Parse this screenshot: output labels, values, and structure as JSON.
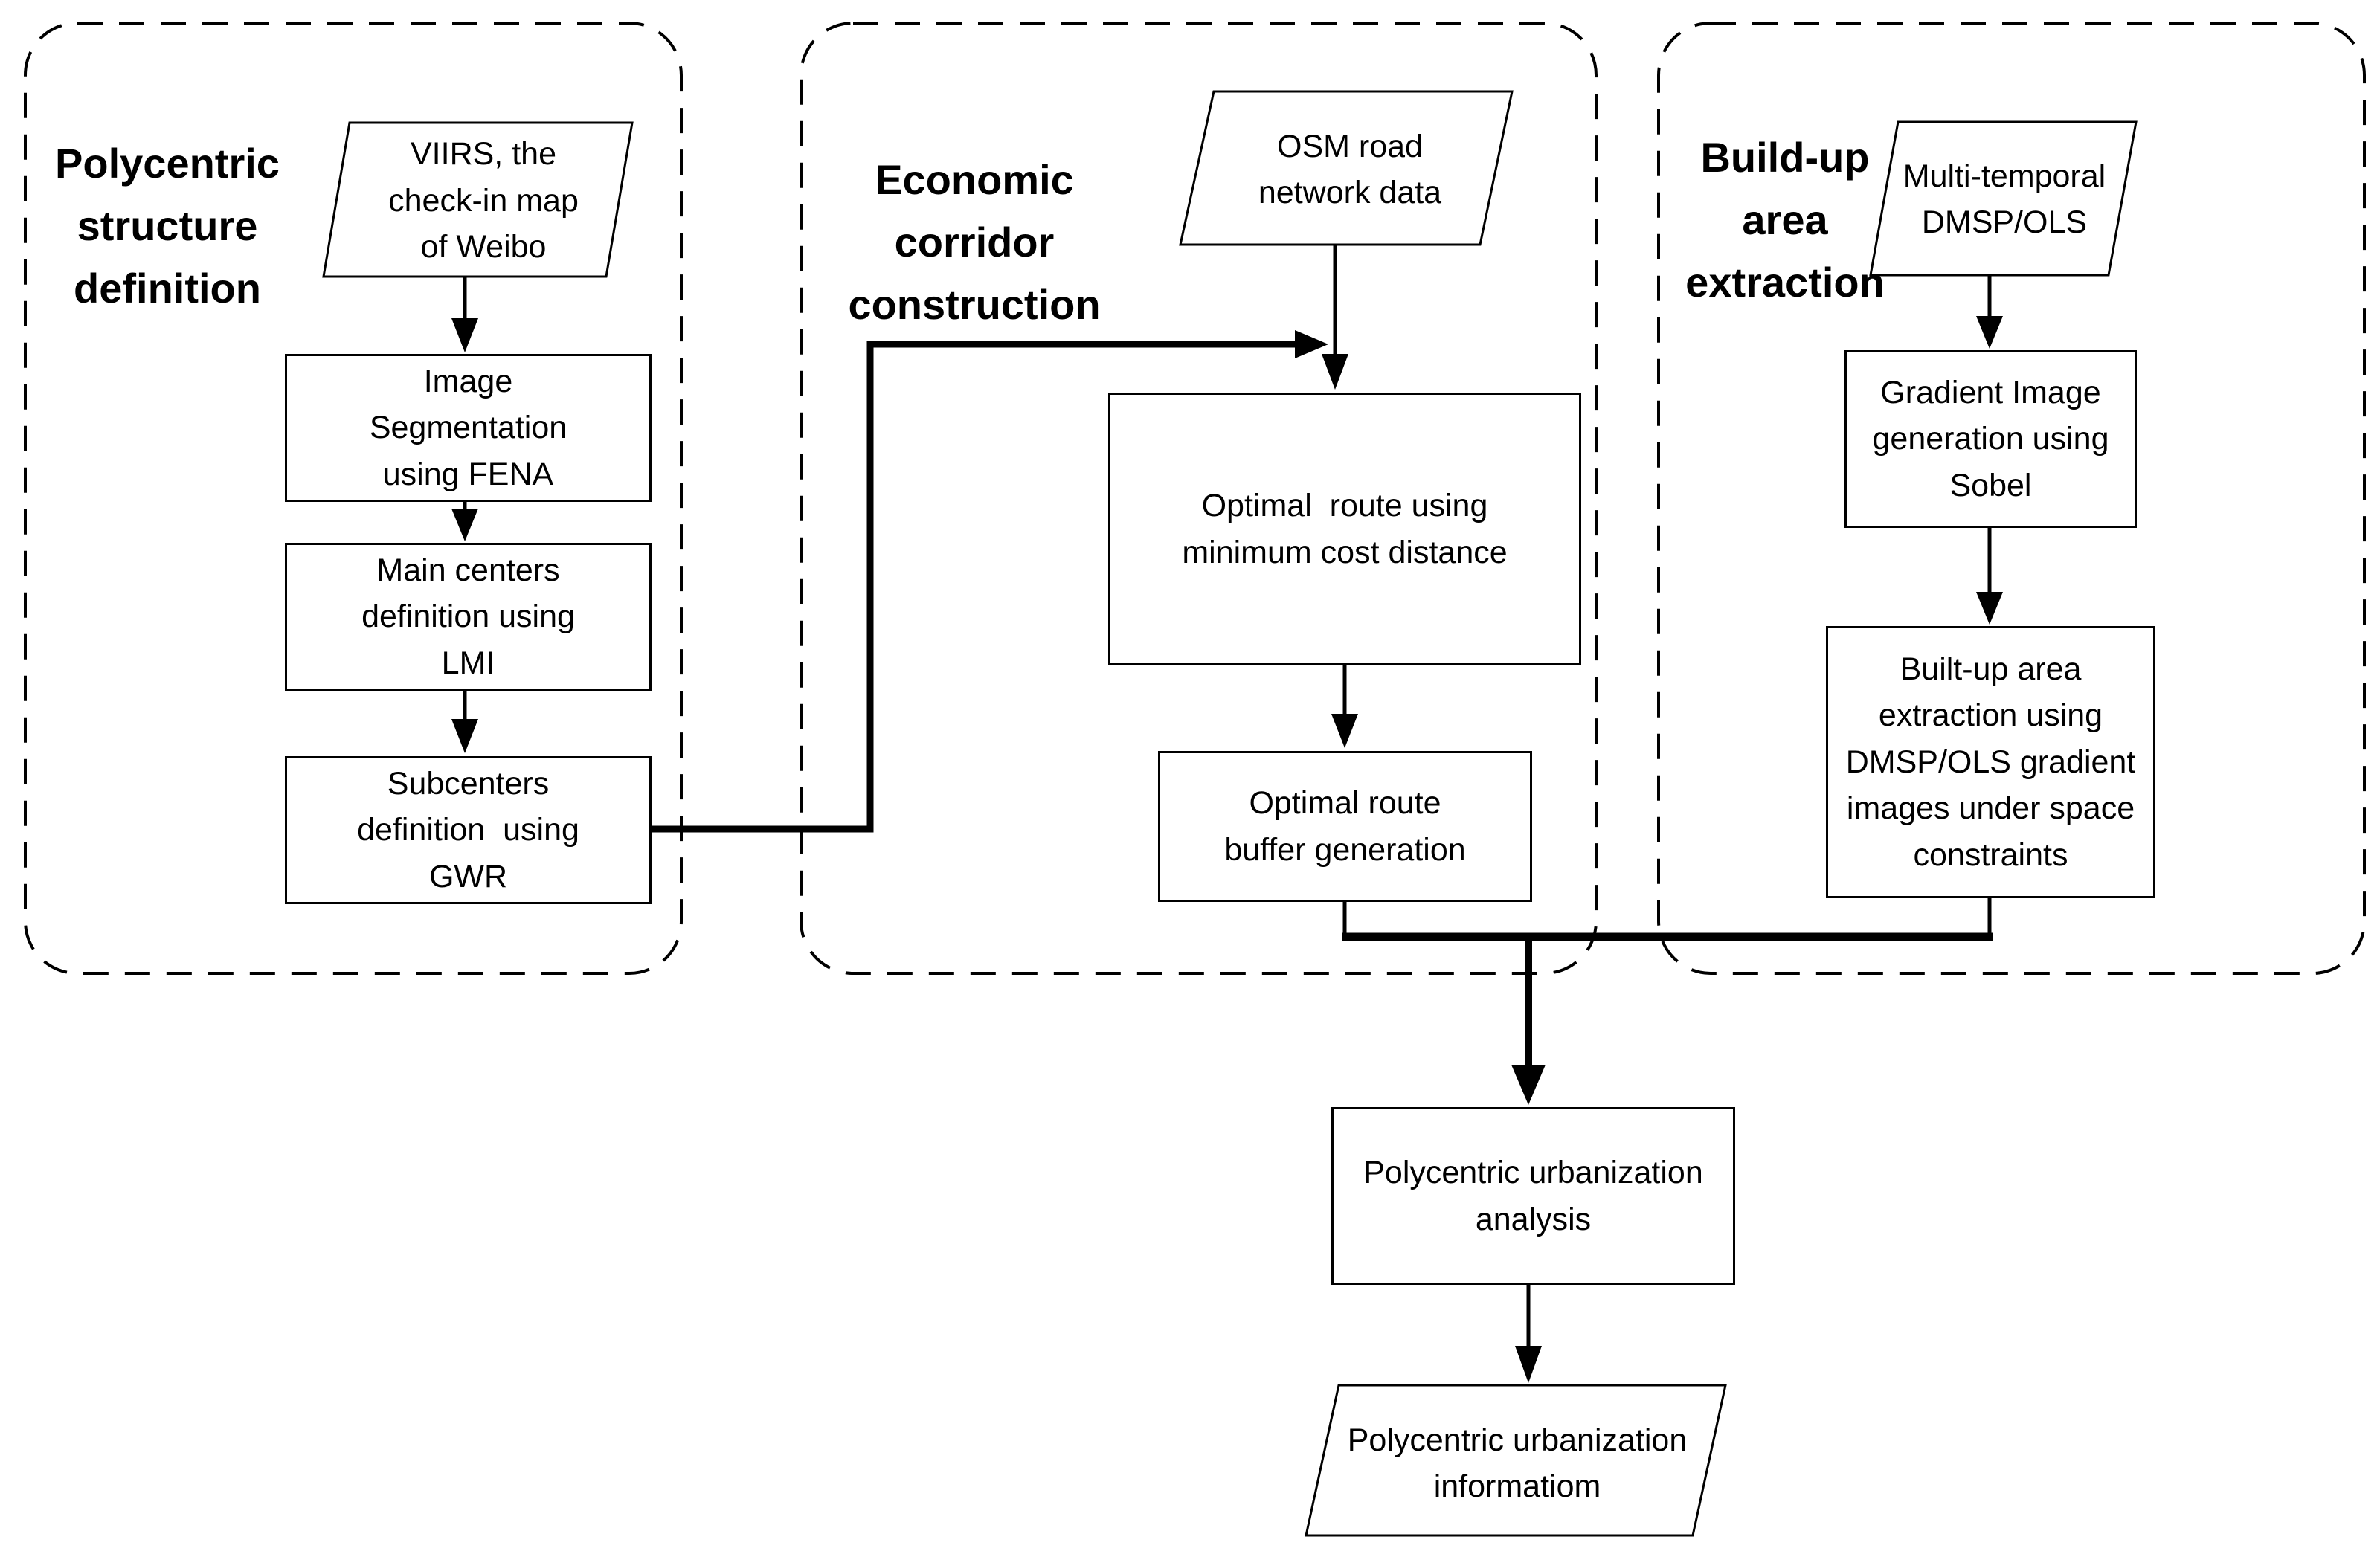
{
  "colors": {
    "stroke": "#000000",
    "background": "#ffffff"
  },
  "panels": [
    {
      "name": "polycentric-structure-definition",
      "title": "Polycentric\nstructure\ndefinition"
    },
    {
      "name": "economic-corridor-construction",
      "title": "Economic\ncorridor\nconstruction"
    },
    {
      "name": "build-up-area-extraction",
      "title": "Build-up\narea\nextraction"
    }
  ],
  "nodes": {
    "viirs": {
      "shape": "parallelogram",
      "label": "VIIRS, the\ncheck-in map\nof Weibo"
    },
    "image_segmentation": {
      "shape": "rect",
      "label": "Image\nSegmentation\nusing FENA"
    },
    "main_centers": {
      "shape": "rect",
      "label": "Main centers\ndefinition using\nLMI"
    },
    "subcenters": {
      "shape": "rect",
      "label": "Subcenters\ndefinition  using\nGWR"
    },
    "osm": {
      "shape": "parallelogram",
      "label": "OSM road\nnetwork data"
    },
    "optimal_route": {
      "shape": "rect",
      "label": "Optimal  route using\nminimum cost distance"
    },
    "route_buffer": {
      "shape": "rect",
      "label": "Optimal route\nbuffer generation"
    },
    "multi_temporal": {
      "shape": "parallelogram",
      "label": "Multi-temporal\nDMSP/OLS"
    },
    "built_up_extraction": {
      "shape": "rect",
      "label": "Built-up area\nextraction using\nDMSP/OLS gradient\nimages under space\nconstraints"
    },
    "gradient_image": {
      "shape": "rect",
      "label": "Gradient Image\ngeneration using\nSobel"
    },
    "urbanization_analysis": {
      "shape": "rect",
      "label": "Polycentric urbanization\nanalysis"
    },
    "urbanization_information": {
      "shape": "parallelogram",
      "label": "Polycentric urbanization\ninformatiom"
    }
  }
}
